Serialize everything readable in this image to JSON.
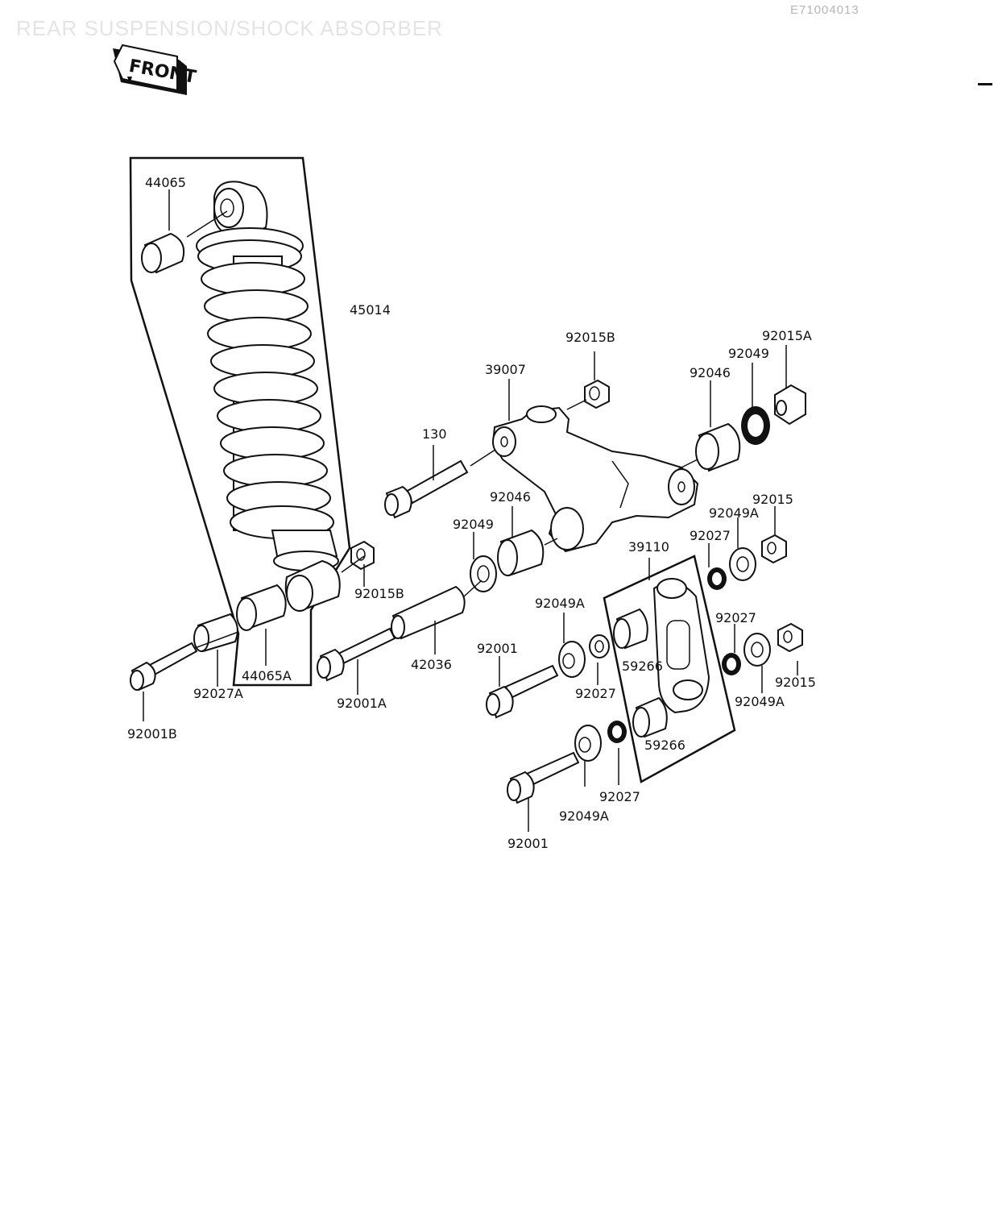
{
  "header": {
    "title": "REAR SUSPENSION/SHOCK ABSORBER",
    "code": "E71004013",
    "front_label": "FRONT"
  },
  "labels": {
    "l44065": "44065",
    "l45014": "45014",
    "l92015B_top": "92015B",
    "l92015A": "92015A",
    "l92049_top": "92049",
    "l39007": "39007",
    "l92046_top": "92046",
    "l130": "130",
    "l92046_mid": "92046",
    "l92015_right": "92015",
    "l92049A_r1": "92049A",
    "l92049_mid": "92049",
    "l92027_r1": "92027",
    "l39110": "39110",
    "l92015B_low": "92015B",
    "l92049A_mid": "92049A",
    "l92027_r2": "92027",
    "l92001_mid": "92001",
    "l59266_a": "59266",
    "l44065A": "44065A",
    "l42036": "42036",
    "l92015_r2": "92015",
    "l92027_mid": "92027",
    "l92049A_r2": "92049A",
    "l92027A": "92027A",
    "l92001A": "92001A",
    "l92001B": "92001B",
    "l59266_b": "59266",
    "l92027_low": "92027",
    "l92049A_low": "92049A",
    "l92001_low": "92001"
  }
}
